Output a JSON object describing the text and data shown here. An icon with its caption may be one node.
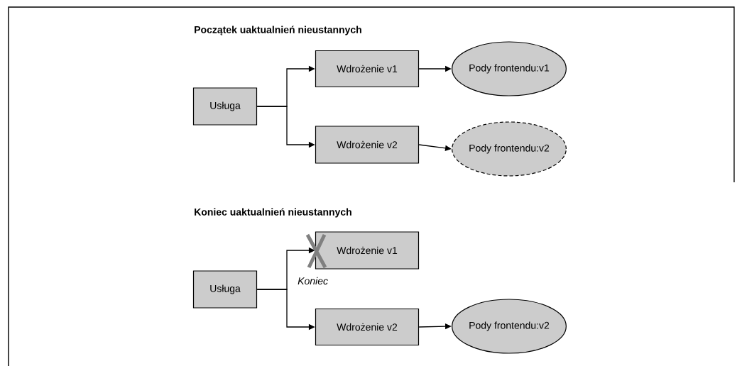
{
  "diagram": {
    "nodes": [
      {
        "text": [
          "Usługa"
        ]
      },
      {
        "text": [
          "Wdrożenie v1"
        ]
      },
      {
        "text": [
          "Pody frontendu:v1"
        ]
      },
      {
        "text": [
          "Wdrożenie v2"
        ]
      },
      {
        "text": [
          "Pody frontendu:v2"
        ]
      },
      {
        "text": [
          "Usługa"
        ]
      },
      {
        "text": [
          "Wdrożenie v1"
        ]
      },
      {
        "text": [
          "Wdrożenie v2"
        ]
      },
      {
        "text": [
          "Pody frontendu:v2"
        ]
      }
    ],
    "edges": [
      {
        "from": 0,
        "to": 1,
        "arrow": "to"
      },
      {
        "from": 0,
        "to": 3,
        "arrow": "to"
      },
      {
        "from": 1,
        "to": 2,
        "arrow": "to"
      },
      {
        "from": 3,
        "to": 4,
        "arrow": "to"
      },
      {
        "from": 5,
        "to": 6,
        "arrow": "to"
      },
      {
        "from": 5,
        "to": 7,
        "arrow": "to"
      },
      {
        "from": 7,
        "to": 8,
        "arrow": "to"
      }
    ],
    "labels": [
      "Początek uaktualnień nieustannych",
      "Koniec uaktualnień nieustannych",
      "Koniec"
    ]
  }
}
